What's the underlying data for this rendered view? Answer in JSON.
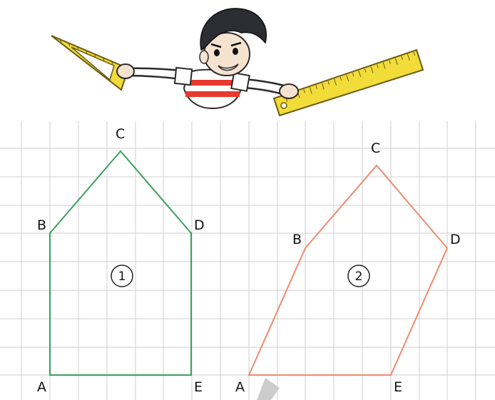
{
  "illustration": {
    "subject": "cartoon boy holding set square and ruler",
    "hair_color": "#2b2d33",
    "skin_color": "#f6e3cf",
    "shirt_stripe_color": "#e8392f",
    "ruler_color": "#f2dc3a",
    "set_square_color": "#f2dc3a"
  },
  "grid": {
    "line_color": "#cfcfcf"
  },
  "shapes": [
    {
      "number": "1",
      "stroke": "#3aa05a",
      "vertices": [
        {
          "label": "A"
        },
        {
          "label": "B"
        },
        {
          "label": "C"
        },
        {
          "label": "D"
        },
        {
          "label": "E"
        }
      ]
    },
    {
      "number": "2",
      "stroke": "#f08a6e",
      "vertices": [
        {
          "label": "A"
        },
        {
          "label": "B"
        },
        {
          "label": "C"
        },
        {
          "label": "D"
        },
        {
          "label": "E"
        }
      ]
    }
  ]
}
